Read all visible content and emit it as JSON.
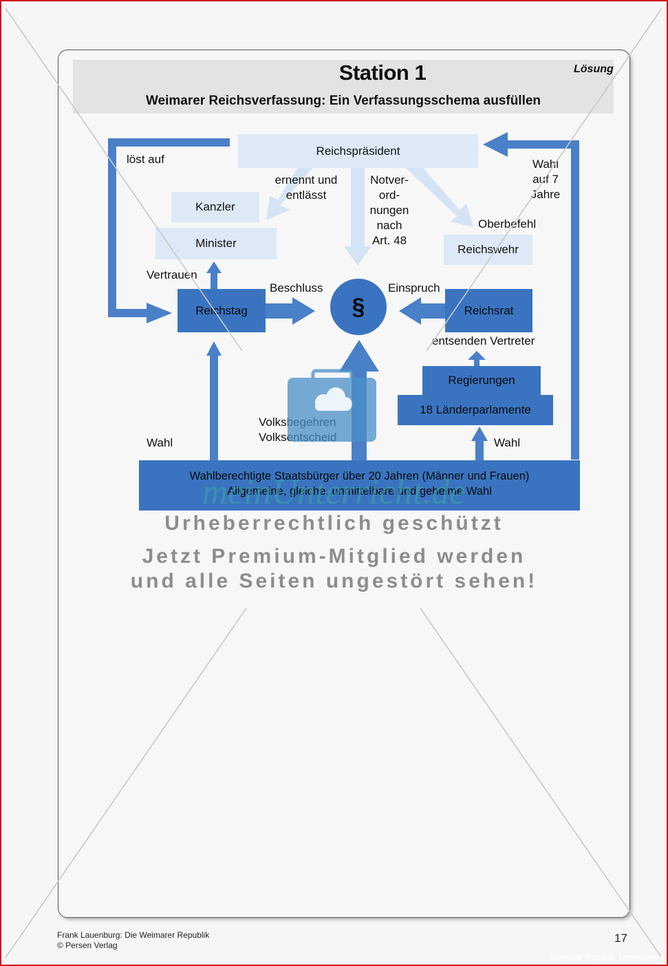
{
  "header": {
    "title": "Station 1",
    "subtitle": "Weimarer Reichsverfassung: Ein Verfassungsschema ausfüllen",
    "badge": "Lösung"
  },
  "nodes": {
    "reichspraesident": "Reichspräsident",
    "kanzler": "Kanzler",
    "minister": "Minister",
    "reichswehr": "Reichswehr",
    "reichstag": "Reichstag",
    "paragraph": "§",
    "reichsrat": "Reichsrat",
    "regierungen": "Regierungen",
    "laenderparlamente": "18 Länderparlamente",
    "buerger_line1": "Wahlberechtigte Staatsbürger über 20 Jahren (Männer und Frauen)",
    "buerger_line2": "Allgemeine, gleiche, unmittelbare und geheime Wahl"
  },
  "edges": {
    "loest_auf": "löst auf",
    "ernennt_1": "ernennt und",
    "ernennt_2": "entlässt",
    "notver_1": "Notver-",
    "notver_2": "ord-",
    "notver_3": "nungen",
    "notver_4": "nach",
    "notver_5": "Art. 48",
    "wahl7_1": "Wahl",
    "wahl7_2": "auf 7",
    "wahl7_3": "Jahre",
    "oberbefehl": "Oberbefehl",
    "vertrauen": "Vertrauen",
    "beschluss": "Beschluss",
    "einspruch": "Einspruch",
    "entsenden": "entsenden Vertreter",
    "volksbegehren": "Volksbegehren",
    "volksentscheid": "Volksentscheid",
    "wahl_left": "Wahl",
    "wahl_right": "Wahl"
  },
  "watermark": {
    "logo": "meinUnterricht.de",
    "line1": "Urheberrechtlich geschützt",
    "line2": "Jetzt Premium-Mitglied werden",
    "line3": "und alle Seiten ungestört sehen!"
  },
  "footer": {
    "line1": "Frank Lauenburg: Die Weimarer Republik",
    "line2": "© Persen Verlag",
    "page": "17",
    "corner": "Weimarer Republik: Lernstationen"
  },
  "colors": {
    "primary_blue": "#3a74c0",
    "arrow_blue": "#4a80c8",
    "pale_blue": "#dde9f6",
    "pale_arrow": "#d4e4f4",
    "frame_red": "#d0141c"
  }
}
